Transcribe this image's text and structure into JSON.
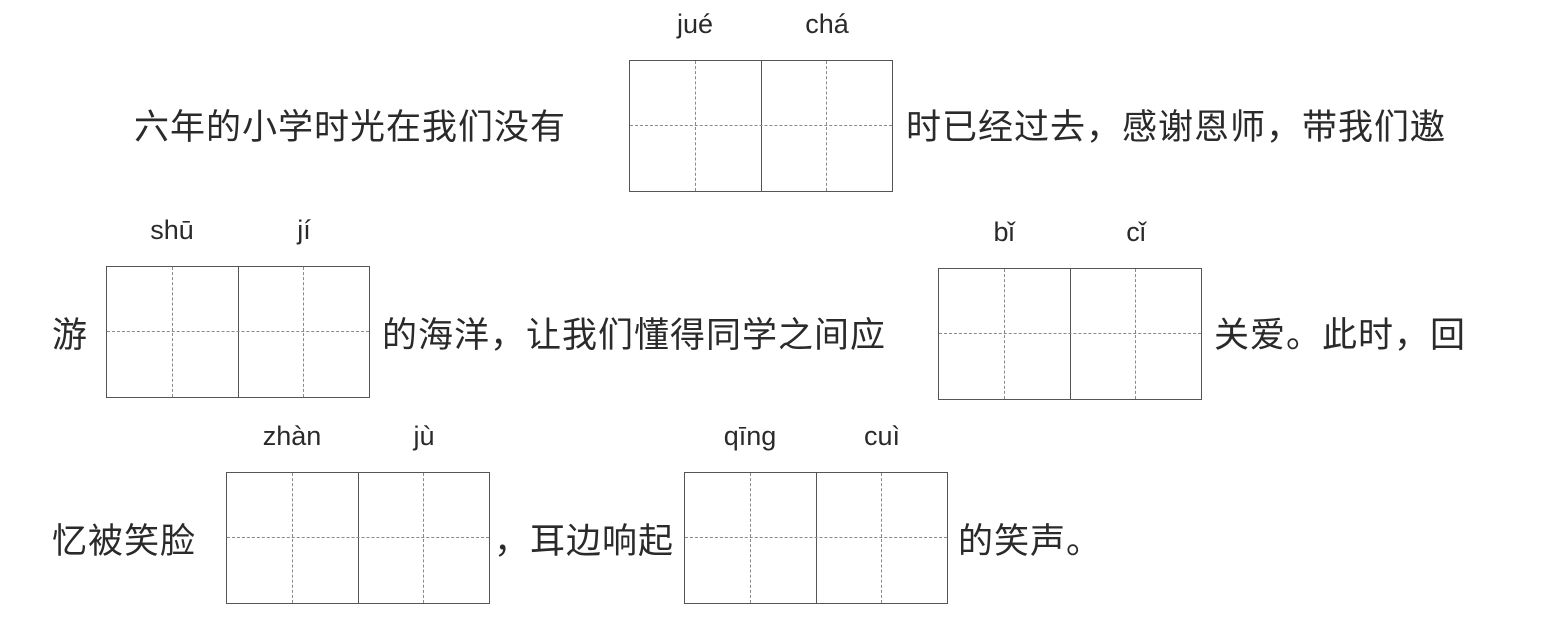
{
  "lines": [
    {
      "segments": [
        "六年的小学时光在我们没有",
        "时已经过去，感谢恩师，带我们遨"
      ],
      "blanks": [
        {
          "pinyin": [
            "jué",
            "chá"
          ]
        }
      ]
    },
    {
      "segments": [
        "游",
        "的海洋，让我们懂得同学之间应",
        "关爱。此时，回"
      ],
      "blanks": [
        {
          "pinyin": [
            "shū",
            "jí"
          ]
        },
        {
          "pinyin": [
            "bǐ",
            "cǐ"
          ]
        }
      ]
    },
    {
      "segments": [
        "忆被笑脸",
        "，耳边响起",
        "的笑声。"
      ],
      "blanks": [
        {
          "pinyin": [
            "zhàn",
            "jù"
          ]
        },
        {
          "pinyin": [
            "qīng",
            "cuì"
          ]
        }
      ]
    }
  ]
}
